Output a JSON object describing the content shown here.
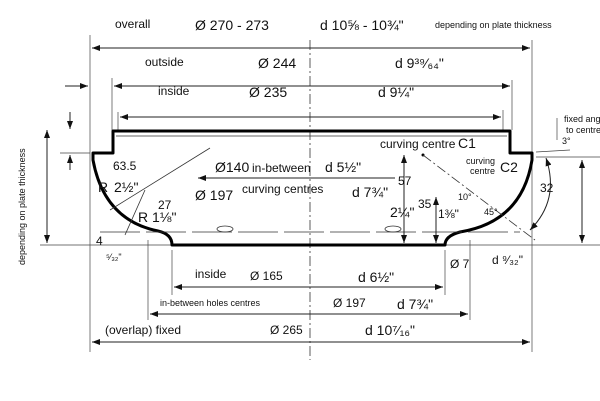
{
  "overall": {
    "label": "overall",
    "mm": "Ø 270 - 273",
    "inch": "d 10⅝ - 10¾\"",
    "note": "depending on plate thickness"
  },
  "outside": {
    "label": "outside",
    "mm": "Ø 244",
    "inch": "d 9³⁹⁄₆₄\""
  },
  "inside_top": {
    "label": "inside",
    "mm": "Ø 235",
    "inch": "d 9¼\""
  },
  "side_note": "depending on plate thickness",
  "fixed_angle": {
    "line1": "fixed angle",
    "line2": "to centre",
    "angle": "3°"
  },
  "profile": {
    "r_label": "R",
    "r_mm": "63.5",
    "r_inch": "2½\"",
    "r_small": "R 1⅛\"",
    "r_small_mm": "27",
    "foot_mm": "4",
    "foot_inch": "⁵⁄₃₂\"",
    "between_mm": "Ø140",
    "between_label": "in-between",
    "between_inch": "d 5½\"",
    "centres_mm": "Ø 197",
    "centres_label": "curving centres",
    "centres_inch": "d 7¾\"",
    "height_57": "57",
    "height_inch": "2¼\"",
    "height_35": "35",
    "height_35_inch": "1⅜\"",
    "c1_label": "curving centre",
    "c1_name": "C1",
    "c2_label1": "curving",
    "c2_label2": "centre",
    "c2_name": "C2",
    "angle_10": "10°",
    "angle_45": "45°",
    "height_32": "32",
    "hole_mm": "Ø 7",
    "hole_inch": "d ⁹⁄₃₂\""
  },
  "inside_bottom": {
    "label": "inside",
    "mm": "Ø 165",
    "inch": "d 6½\""
  },
  "holes": {
    "label": "in-between holes centres",
    "mm": "Ø 197",
    "inch": "d 7¾\""
  },
  "overlap": {
    "label": "(overlap)  fixed",
    "mm": "Ø 265",
    "inch": "d 10⁷⁄₁₆\""
  }
}
